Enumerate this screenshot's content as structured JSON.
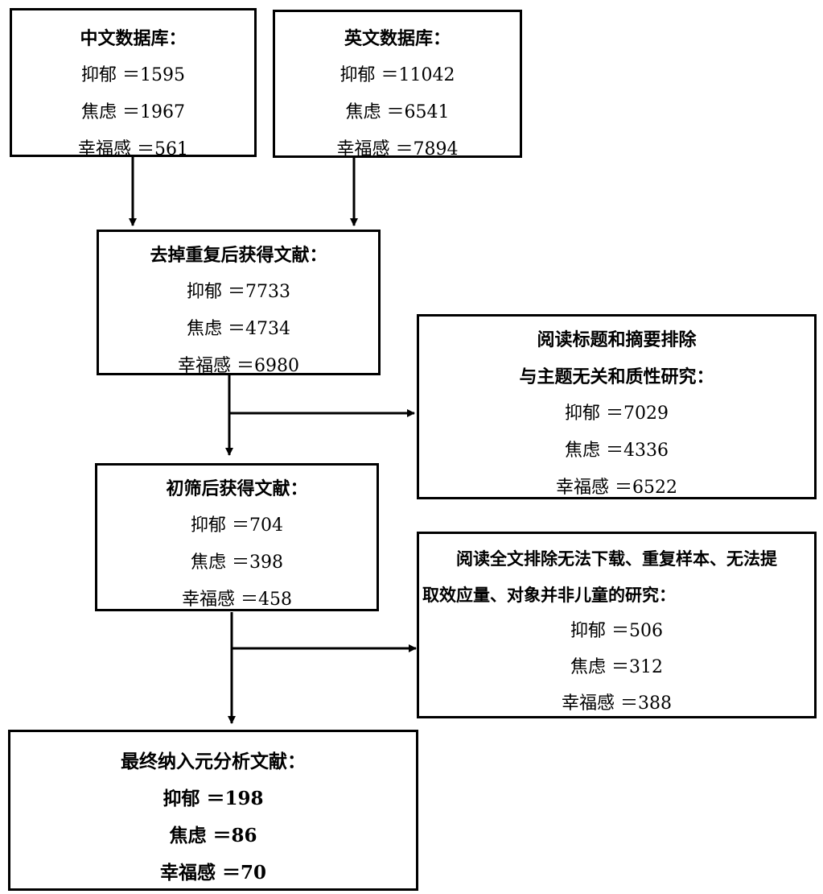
{
  "flowchart": {
    "chinese_db": {
      "title": "中文数据库：",
      "items": [
        "抑郁 ＝1595",
        "焦虑 ＝1967",
        "幸福感 ＝561"
      ]
    },
    "english_db": {
      "title": "英文数据库：",
      "items": [
        "抑郁 ＝11042",
        "焦虑 ＝6541",
        "幸福感 ＝7894"
      ]
    },
    "dedup": {
      "title": "去掉重复后获得文献：",
      "items": [
        "抑郁 ＝7733",
        "焦虑 ＝4734",
        "幸福感 ＝6980"
      ]
    },
    "exclude_title_abstract": {
      "title_line1": "阅读标题和摘要排除",
      "title_line2": "与主题无关和质性研究：",
      "items": [
        "抑郁 ＝7029",
        "焦虑 ＝4336",
        "幸福感 ＝6522"
      ]
    },
    "initial_screen": {
      "title": "初筛后获得文献：",
      "items": [
        "抑郁 ＝704",
        "焦虑 ＝398",
        "幸福感 ＝458"
      ]
    },
    "exclude_fulltext": {
      "title_line1": "阅读全文排除无法下载、重复样本、无法提",
      "title_line2": "取效应量、对象并非儿童的研究：",
      "items": [
        "抑郁 ＝506",
        "焦虑 ＝312",
        "幸福感 ＝388"
      ]
    },
    "final": {
      "title": "最终纳入元分析文献：",
      "items": [
        "抑郁 ＝198",
        "焦虑 ＝86",
        "幸福感 ＝70"
      ]
    }
  }
}
